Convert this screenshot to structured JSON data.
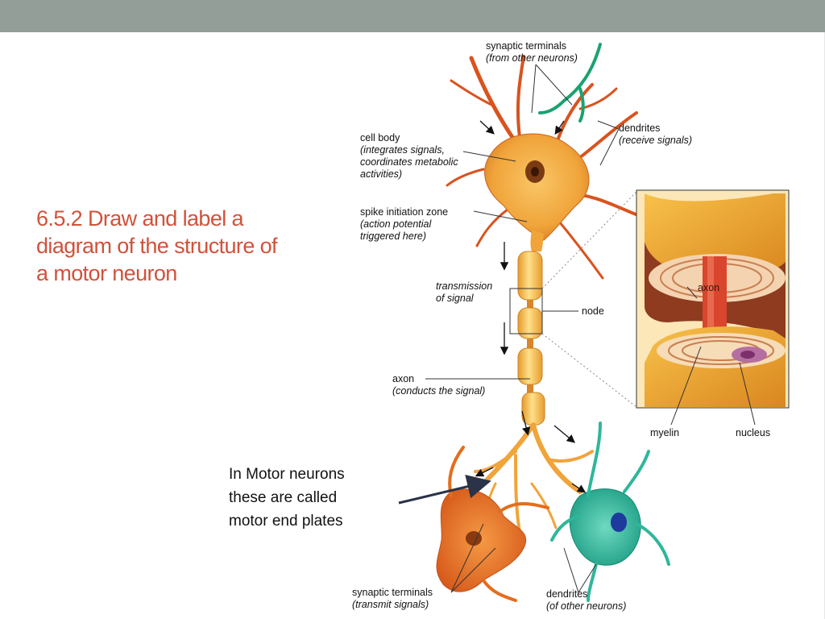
{
  "slide": {
    "title_lines": [
      "6.5.2 Draw and label a",
      "diagram of the structure of",
      "a motor neuron"
    ],
    "note_lines": [
      "In Motor neurons",
      "these are called",
      "motor end plates"
    ]
  },
  "labels": {
    "synaptic_terminals_top": {
      "name": "synaptic terminals",
      "desc": "(from other neurons)"
    },
    "dendrites_top": {
      "name": "dendrites",
      "desc": "(receive signals)"
    },
    "cell_body": {
      "name": "cell body",
      "desc_lines": [
        "(integrates signals,",
        "coordinates metabolic",
        "activities)"
      ]
    },
    "spike_zone": {
      "name": "spike initiation zone",
      "desc_lines": [
        "(action potential",
        "triggered here)"
      ]
    },
    "transmission": {
      "lines": [
        "transmission",
        "of signal"
      ]
    },
    "node": {
      "name": "node"
    },
    "axon": {
      "name": "axon",
      "desc": "(conducts the signal)"
    },
    "inset_axon": {
      "name": "axon"
    },
    "myelin": {
      "name": "myelin"
    },
    "nucleus": {
      "name": "nucleus"
    },
    "synaptic_terminals_bottom": {
      "name": "synaptic terminals",
      "desc": "(transmit signals)"
    },
    "dendrites_bottom": {
      "name": "dendrites",
      "desc": "(of other neurons)"
    }
  },
  "colors": {
    "header_bar": "#949e99",
    "title": "#d0523a",
    "neuron_body": "#f2a93b",
    "neuron_dark": "#d9731c",
    "axon_segment": "#f7c24a",
    "dendrite_red": "#d9531e",
    "green_neuron": "#2fb79a",
    "teal_terminal": "#1aa36f",
    "orange_neuron": "#e46d1c"
  }
}
